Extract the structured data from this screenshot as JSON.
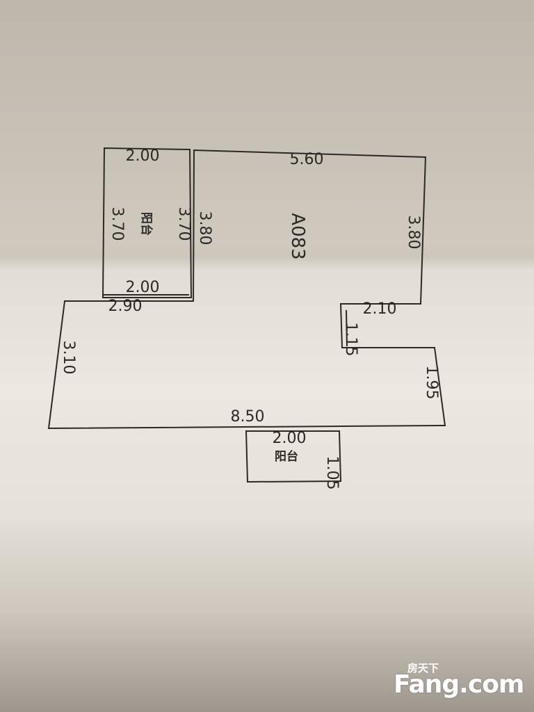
{
  "plan": {
    "unit_code": "A083",
    "room_label": "阳台",
    "dimensions": {
      "balcony_top": "2.00",
      "balcony_left": "3.70",
      "balcony_right": "3.70",
      "balcony_bottom": "2.00",
      "main_top": "5.60",
      "main_left": "3.80",
      "main_right": "3.80",
      "step_top": "2.90",
      "left_side": "3.10",
      "notch_top": "2.10",
      "notch_side": "1.15",
      "right_lower": "1.95",
      "bottom": "8.50",
      "balcony2_top": "2.00",
      "balcony2_side": "1.05"
    }
  },
  "watermark": {
    "sub": "房天下",
    "main": "Fang.com"
  },
  "colors": {
    "line": "#2b2826",
    "paper": "#e8e3db"
  }
}
